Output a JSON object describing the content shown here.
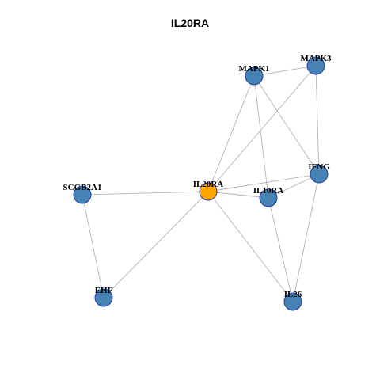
{
  "title": "IL20RA",
  "colors": {
    "node_default": "#4682b4",
    "node_focus": "#ffa500",
    "node_border": "#1f3fa8",
    "edge": "#b3b3b3"
  },
  "network": {
    "nodes": [
      {
        "id": "MAPK1",
        "label": "MAPK1",
        "focus": false
      },
      {
        "id": "MAPK3",
        "label": "MAPK3",
        "focus": false
      },
      {
        "id": "IFNG",
        "label": "IFNG",
        "focus": false
      },
      {
        "id": "IL20RA",
        "label": "IL20RA",
        "focus": true
      },
      {
        "id": "IL10RA",
        "label": "IL10RA",
        "focus": false
      },
      {
        "id": "SCGB2A1",
        "label": "SCGB2A1",
        "focus": false
      },
      {
        "id": "EHF",
        "label": "EHF",
        "focus": false
      },
      {
        "id": "IL26",
        "label": "IL26",
        "focus": false
      }
    ],
    "edges": [
      [
        "MAPK1",
        "MAPK3"
      ],
      [
        "MAPK1",
        "IL20RA"
      ],
      [
        "MAPK1",
        "IL10RA"
      ],
      [
        "MAPK1",
        "IFNG"
      ],
      [
        "MAPK3",
        "IFNG"
      ],
      [
        "MAPK3",
        "IL20RA"
      ],
      [
        "IFNG",
        "IL20RA"
      ],
      [
        "IFNG",
        "IL10RA"
      ],
      [
        "IFNG",
        "IL26"
      ],
      [
        "IL20RA",
        "IL10RA"
      ],
      [
        "IL20RA",
        "SCGB2A1"
      ],
      [
        "IL20RA",
        "EHF"
      ],
      [
        "IL20RA",
        "IL26"
      ],
      [
        "IL10RA",
        "IL26"
      ],
      [
        "SCGB2A1",
        "EHF"
      ]
    ]
  }
}
